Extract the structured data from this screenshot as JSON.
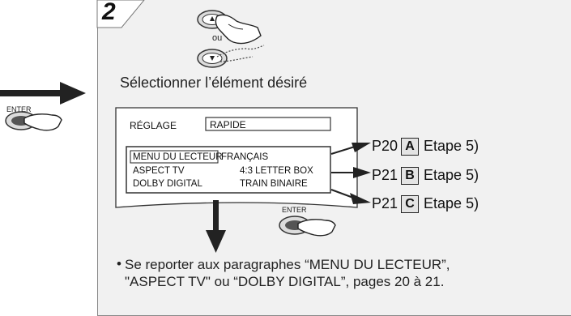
{
  "step": {
    "number": "2"
  },
  "remote": {
    "or_label": "ou"
  },
  "instruction": "Sélectionner l’élément désiré",
  "enter_buttons": {
    "left_label": "ENTER",
    "mid_label": "ENTER"
  },
  "menu": {
    "setting_label": "RÉGLAGE",
    "setting_mode": "RAPIDE",
    "rows": [
      {
        "name": "MENU DU LECTEUR",
        "value": "FRANÇAIS"
      },
      {
        "name": "ASPECT TV",
        "value": "4:3 LETTER BOX"
      },
      {
        "name": "DOLBY DIGITAL",
        "value": "TRAIN BINAIRE"
      }
    ]
  },
  "references": [
    {
      "page": "P20",
      "letter": "A",
      "step": "Etape 5)"
    },
    {
      "page": "P21",
      "letter": "B",
      "step": "Etape 5)"
    },
    {
      "page": "P21",
      "letter": "C",
      "step": "Etape 5)"
    }
  ],
  "note": {
    "bullet": "•",
    "text": "Se reporter aux paragraphes “MENU DU LECTEUR”, \"ASPECT TV\" ou “DOLBY DIGITAL”, pages 20 à 21."
  }
}
